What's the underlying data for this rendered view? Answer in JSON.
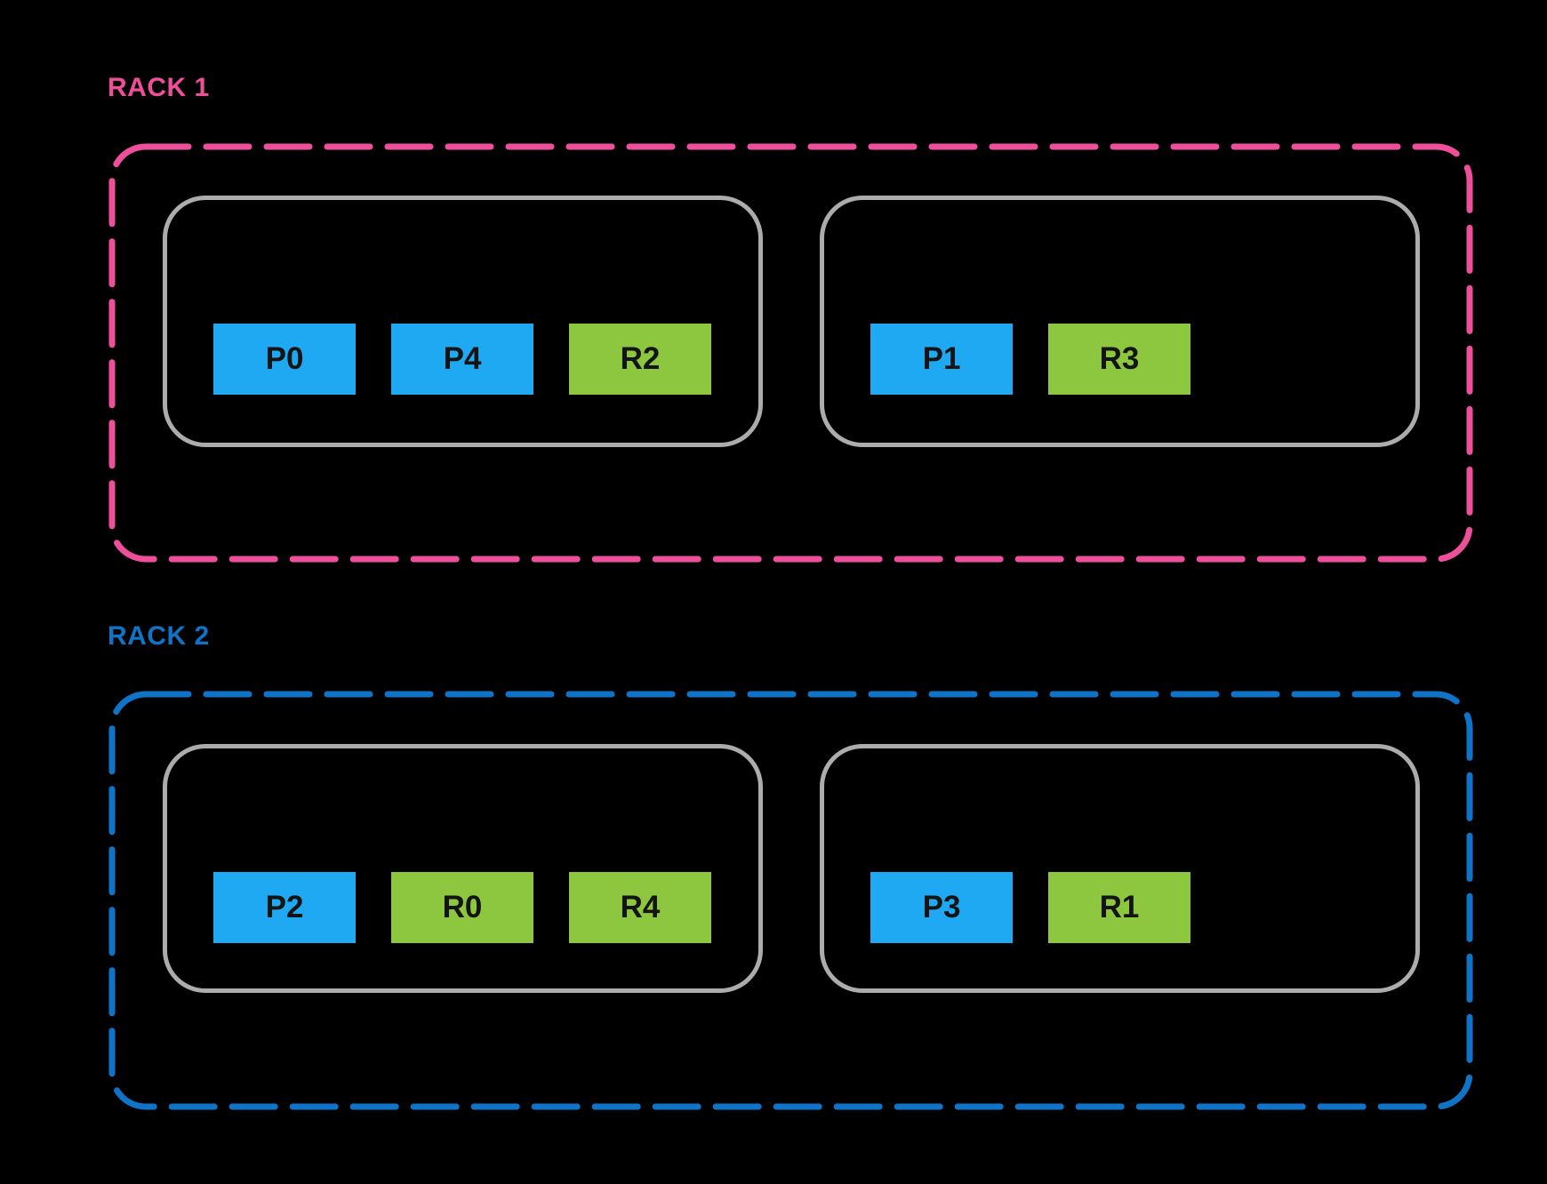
{
  "colors": {
    "background": "#000000",
    "rack1_accent": "#EE4F9B",
    "rack2_accent": "#0F74C8",
    "node_border": "#ACACAC",
    "primary_shard": "#1FA9F2",
    "replica_shard": "#8DC63F",
    "chip_text": "#141414"
  },
  "racks": [
    {
      "label": "RACK 1",
      "nodes": [
        {
          "chips": [
            {
              "label": "P0",
              "type": "primary"
            },
            {
              "label": "P4",
              "type": "primary"
            },
            {
              "label": "R2",
              "type": "replica"
            }
          ]
        },
        {
          "chips": [
            {
              "label": "P1",
              "type": "primary"
            },
            {
              "label": "R3",
              "type": "replica"
            }
          ]
        }
      ]
    },
    {
      "label": "RACK 2",
      "nodes": [
        {
          "chips": [
            {
              "label": "P2",
              "type": "primary"
            },
            {
              "label": "R0",
              "type": "replica"
            },
            {
              "label": "R4",
              "type": "replica"
            }
          ]
        },
        {
          "chips": [
            {
              "label": "P3",
              "type": "primary"
            },
            {
              "label": "R1",
              "type": "replica"
            }
          ]
        }
      ]
    }
  ]
}
